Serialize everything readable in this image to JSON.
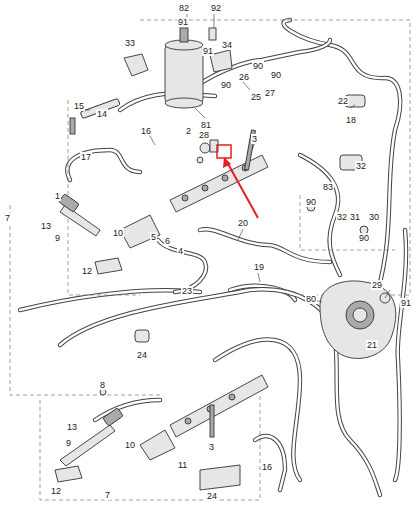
{
  "diagram": {
    "labels": [
      "82",
      "91",
      "92",
      "33",
      "34",
      "91",
      "81",
      "90",
      "26",
      "90",
      "90",
      "27",
      "25",
      "22",
      "18",
      "15",
      "14",
      "16",
      "2",
      "28",
      "3",
      "17",
      "7",
      "1",
      "13",
      "9",
      "10",
      "12",
      "5",
      "6",
      "4",
      "20",
      "19",
      "32",
      "83",
      "90",
      "32",
      "31",
      "30",
      "90",
      "29",
      "80",
      "91",
      "21",
      "23",
      "24",
      "8",
      "13",
      "9",
      "10",
      "12",
      "7",
      "11",
      "3",
      "24",
      "16"
    ]
  }
}
